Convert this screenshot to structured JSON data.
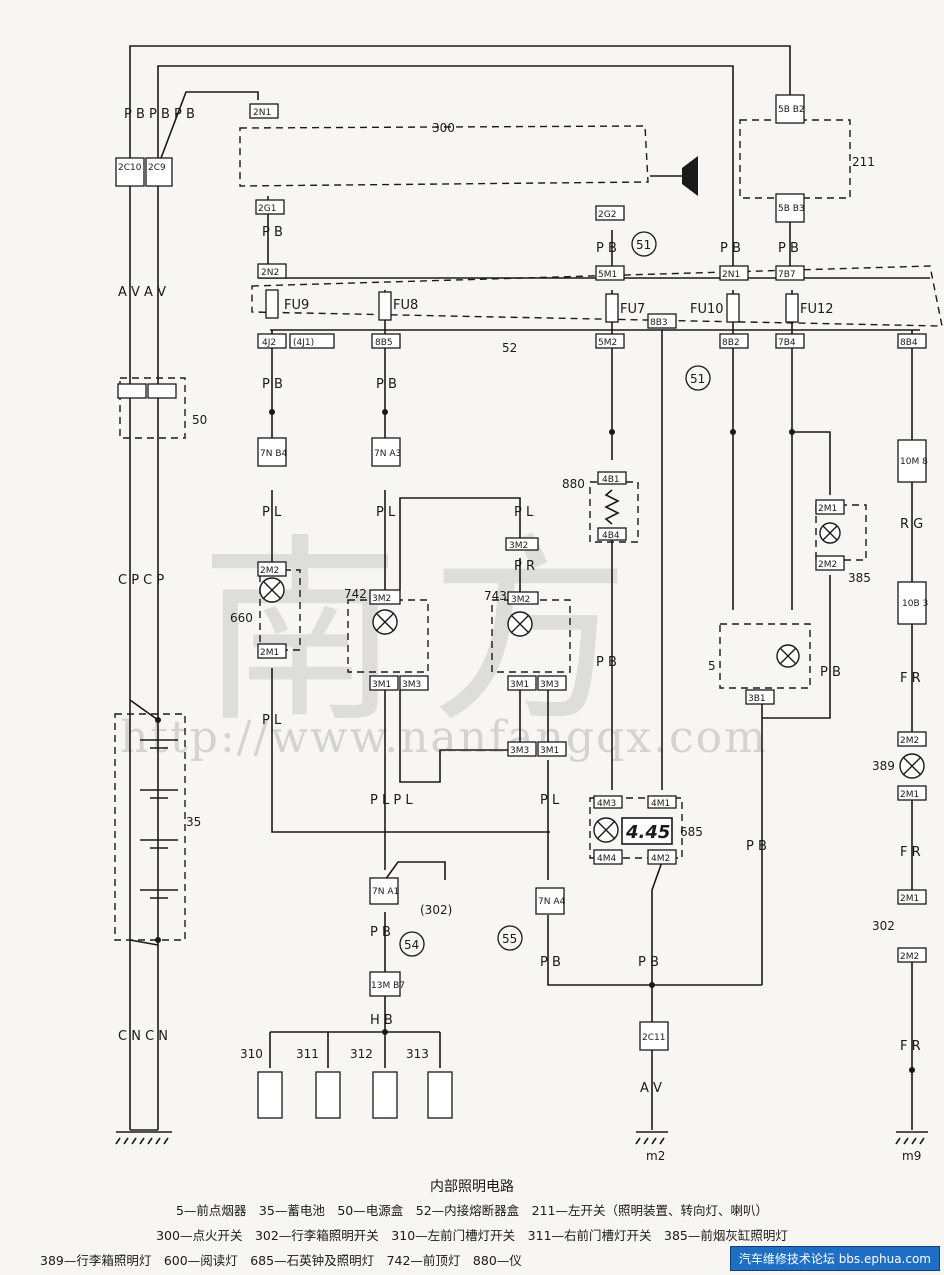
{
  "diagram": {
    "title": "内部照明电路",
    "legend_lines": [
      "5—前点烟器　35—蓄电池　50—电源盒　52—内接熔断器盒　211—左开关（照明装置、转向灯、喇叭）",
      "300—点火开关　302—行李箱照明开关　310—左前门槽灯开关　311—右前门槽灯开关　385—前烟灰缸照明灯",
      "389—行李箱照明灯　600—阅读灯　685—石英钟及照明灯　742—前顶灯　880—仪"
    ],
    "watermark_text": "南方",
    "watermark_url": "http://www.nanfangqx.com",
    "forum_badge": "汽车维修技术论坛 bbs.ephua.com",
    "fuses": [
      "FU9",
      "FU8",
      "FU7",
      "FU10",
      "FU12"
    ],
    "component_numbers": [
      "300",
      "211",
      "50",
      "52",
      "35",
      "660",
      "742",
      "743",
      "880",
      "385",
      "5",
      "389",
      "685",
      "302",
      "310",
      "311",
      "312",
      "313"
    ],
    "clock_display": "4.45",
    "circled_refs": [
      "51",
      "51",
      "54",
      "55"
    ],
    "grounds": [
      "m2",
      "m9"
    ],
    "wire_labels": {
      "pb_top": "P B  P B P B",
      "av": "A V A V",
      "cp": "C P  C P",
      "cn": "C N  C N",
      "pb": "P B",
      "pl": "P L",
      "pr": "P R",
      "plpl": "P L  P  L",
      "pl_b": "P L",
      "hb": "H B",
      "rg": "R G",
      "fr": "F R",
      "av2": "A V"
    },
    "connectors": {
      "c2n1": "2N1",
      "c2c10": "2C10",
      "c2c9": "2C9",
      "c2g1": "2G1",
      "c2g2": "2G2",
      "c2n2": "2N2",
      "c5m1": "5M1",
      "c2n1b": "2N1",
      "c7b7": "7B7",
      "c4j2": "4J2",
      "c4j1": "(4J1)",
      "c8b5": "8B5",
      "c5m2": "5M2",
      "c8b3": "8B3",
      "c8b2": "8B2",
      "c7b4": "7B4",
      "c8b4": "8B4",
      "c7n_b4": "7N B4",
      "c7n_a3": "7N A3",
      "c3m2a": "3M2",
      "c3m2b": "3M2",
      "c3m2c": "3M2",
      "c2m2a": "2M2",
      "c2m1a": "2M1",
      "c3m1a": "3M1",
      "c3m3a": "3M3",
      "c3m1b": "3M1",
      "c3m3b": "3M3",
      "c3m3c": "3M3",
      "c3m1c": "3M1",
      "c4b1": "4B1",
      "c4b4": "4B4",
      "c4m3": "4M3",
      "c4m1": "4M1",
      "c4m4": "4M4",
      "c4m2": "4M2",
      "c7n_a1": "7N A1",
      "c7n_a4": "7N A4",
      "c13m_b7": "13M B7",
      "c2c11": "2C11",
      "c10m8": "10M 8",
      "c10b3": "10B 3",
      "c2m2b": "2M2",
      "c2m1b": "2M1",
      "c2m1c": "2M1",
      "c2m2c": "2M2",
      "c2m1d": "2M1",
      "c2m2d": "2M2",
      "c3b1": "3B1",
      "c5b_b2": "5B B2",
      "c5b_b3": "5B B3",
      "c302ref": "(302)"
    }
  }
}
